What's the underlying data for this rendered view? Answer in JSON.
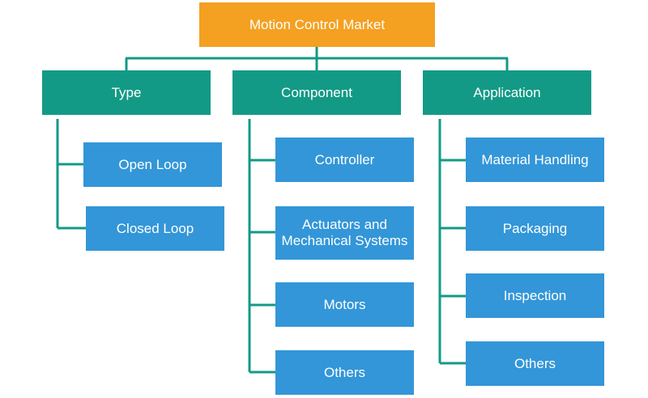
{
  "diagram": {
    "title": "Motion Control Market",
    "categories": [
      {
        "label": "Type",
        "items": [
          "Open Loop",
          "Closed Loop"
        ]
      },
      {
        "label": "Component",
        "items": [
          "Controller",
          "Actuators and Mechanical Systems",
          "Motors",
          "Others"
        ]
      },
      {
        "label": "Application",
        "items": [
          "Material Handling",
          "Packaging",
          "Inspection",
          "Others"
        ]
      }
    ],
    "colors": {
      "root": "#f4a021",
      "category": "#139a86",
      "item": "#3396d8",
      "connector": "#139a86",
      "text": "#ffffff"
    }
  }
}
